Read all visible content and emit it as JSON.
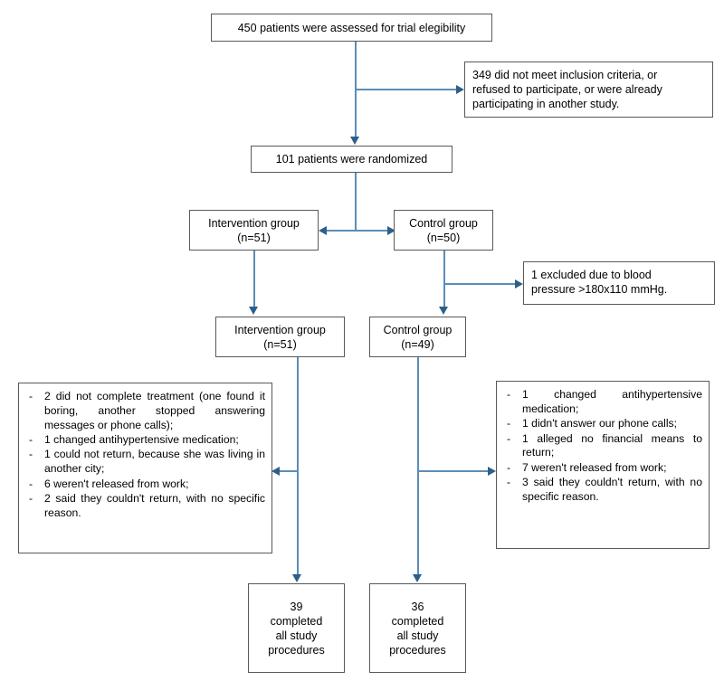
{
  "diagram": {
    "type": "consort-flow-diagram",
    "title": "CONSORT participant flow diagram",
    "colors": {
      "box_border": "#595959",
      "connector": "#5b8db8",
      "arrowhead": "#2e5f8a",
      "background": "#ffffff",
      "text": "#000000"
    }
  },
  "nodes": {
    "assessed": {
      "label": "450 patients were assessed for trial elegibility",
      "count": 450
    },
    "excluded_screening": {
      "lines": [
        "349 did not meet inclusion criteria, or",
        "refused to participate, or were already",
        "participating in another study."
      ],
      "count": 349
    },
    "randomized": {
      "label": "101 patients were randomized",
      "count": 101
    },
    "intervention_allocated": {
      "line1": "Intervention group",
      "line2": "(n=51)",
      "n": 51
    },
    "control_allocated": {
      "line1": "Control group",
      "line2": "(n=50)",
      "n": 50
    },
    "excluded_bp": {
      "lines": [
        "1 excluded due to blood",
        "pressure >180x110 mmHg."
      ],
      "count": 1
    },
    "intervention_followup": {
      "line1": "Intervention group",
      "line2": "(n=51)",
      "n": 51
    },
    "control_followup": {
      "line1": "Control group",
      "line2": "(n=49)",
      "n": 49
    },
    "intervention_losses": {
      "items": [
        "2 did not complete treatment (one found it boring, another stopped answering messages or phone calls);",
        "1 changed antihypertensive medication;",
        "1 could not return, because she was living in another city;",
        "6 weren't released from work;",
        "2 said they couldn't return, with no specific reason."
      ]
    },
    "control_losses": {
      "items": [
        "1 changed antihypertensive medication;",
        "1 didn't answer our phone calls;",
        "1 alleged no financial means to return;",
        "7 weren't released from work;",
        "3 said they couldn't return, with no specific reason."
      ]
    },
    "intervention_completed": {
      "line1": "39",
      "line2": "completed",
      "line3": "all study",
      "line4": "procedures",
      "n": 39
    },
    "control_completed": {
      "line1": "36",
      "line2": "completed",
      "line3": "all study",
      "line4": "procedures",
      "n": 36
    }
  }
}
